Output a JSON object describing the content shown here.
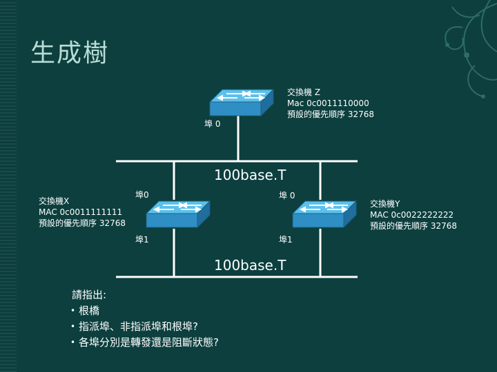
{
  "title": "生成樹",
  "switch_z": {
    "name": "交換機 Z",
    "mac": "Mac 0c0011110000",
    "priority": "預設的優先順序 32768",
    "port0": "埠 0"
  },
  "switch_x": {
    "name": "交換機X",
    "mac": "MAC 0c0011111111",
    "priority": "預設的優先順序 32768",
    "port0": "埠0",
    "port1": "埠1"
  },
  "switch_y": {
    "name": "交換機Y",
    "mac": "MAC 0c0022222222",
    "priority": "預設的優先順序 32768",
    "port0": "埠 0",
    "port1": "埠1"
  },
  "segments": {
    "top": "100base.T",
    "bottom": "100base.T"
  },
  "question": {
    "heading": "請指出:",
    "items": [
      "根橋",
      "指派埠、非指派埠和根埠?",
      "各埠分別是轉發還是阻斷狀態?"
    ]
  },
  "colors": {
    "background": "#0c3f3e",
    "switch_face": "#3aa6d8",
    "title": "#b9ddd5"
  }
}
